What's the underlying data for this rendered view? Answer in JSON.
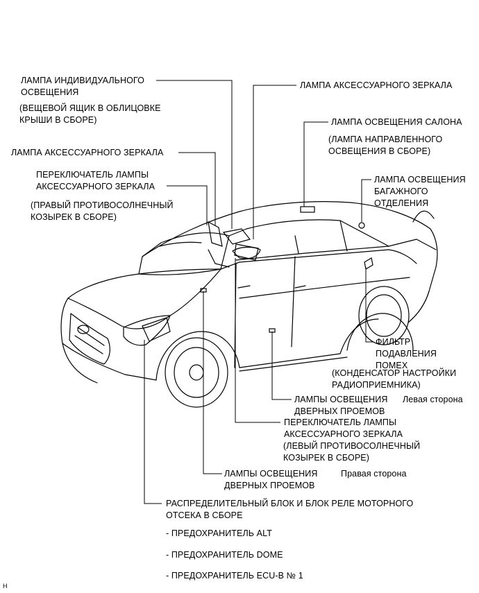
{
  "labels": {
    "individual_lamp": "ЛАМПА ИНДИВИДУАЛЬНОГО\nОСВЕЩЕНИЯ",
    "individual_lamp_sub": "(ВЕЩЕВОЙ ЯЩИК В ОБЛИЦОВКЕ\nКРЫШИ В СБОРЕ)",
    "vanity_lamp_left": "ЛАМПА АКСЕССУАРНОГО ЗЕРКАЛА",
    "vanity_switch_right": "ПЕРЕКЛЮЧАТЕЛЬ ЛАМПЫ\nАКСЕССУАРНОГО ЗЕРКАЛА",
    "vanity_switch_right_sub": "(ПРАВЫЙ ПРОТИВОСОЛНЕЧНЫЙ\nКОЗЫРЕК В СБОРЕ)",
    "vanity_lamp_top": "ЛАМПА АКСЕССУАРНОГО ЗЕРКАЛА",
    "interior_lamp": "ЛАМПА ОСВЕЩЕНИЯ САЛОНА",
    "interior_lamp_sub": "(ЛАМПА НАПРАВЛЕННОГО\nОСВЕЩЕНИЯ В СБОРЕ)",
    "luggage_lamp": "ЛАМПА ОСВЕЩЕНИЯ\nБАГАЖНОГО\nОТДЕЛЕНИЯ",
    "noise_filter": "ФИЛЬТР\nПОДАВЛЕНИЯ\nПОМЕХ",
    "noise_filter_sub": "(КОНДЕНСАТОР НАСТРОЙКИ\nРАДИОПРИЕМНИКА)",
    "courtesy_lamp_left": "ЛАМПЫ ОСВЕЩЕНИЯ\nДВЕРНЫХ ПРОЕМОВ",
    "left_side": "Левая сторона",
    "vanity_switch_left": "ПЕРЕКЛЮЧАТЕЛЬ ЛАМПЫ\nАКСЕССУАРНОГО ЗЕРКАЛА",
    "vanity_switch_left_sub": "(ЛЕВЫЙ ПРОТИВОСОЛНЕЧНЫЙ\nКОЗЫРЕК В СБОРЕ)",
    "courtesy_lamp_right": "ЛАМПЫ ОСВЕЩЕНИЯ\nДВЕРНЫХ ПРОЕМОВ",
    "right_side": "Правая сторона",
    "relay_block": "РАСПРЕДЕЛИТЕЛЬНЫЙ БЛОК И БЛОК РЕЛЕ МОТОРНОГО\nОТСЕКА В СБОРЕ",
    "fuse_alt": "- ПРЕДОХРАНИТЕЛЬ ALT",
    "fuse_dome": "- ПРЕДОХРАНИТЕЛЬ DOME",
    "fuse_ecub": "- ПРЕДОХРАНИТЕЛЬ ECU-B № 1",
    "figure_code": "H"
  }
}
